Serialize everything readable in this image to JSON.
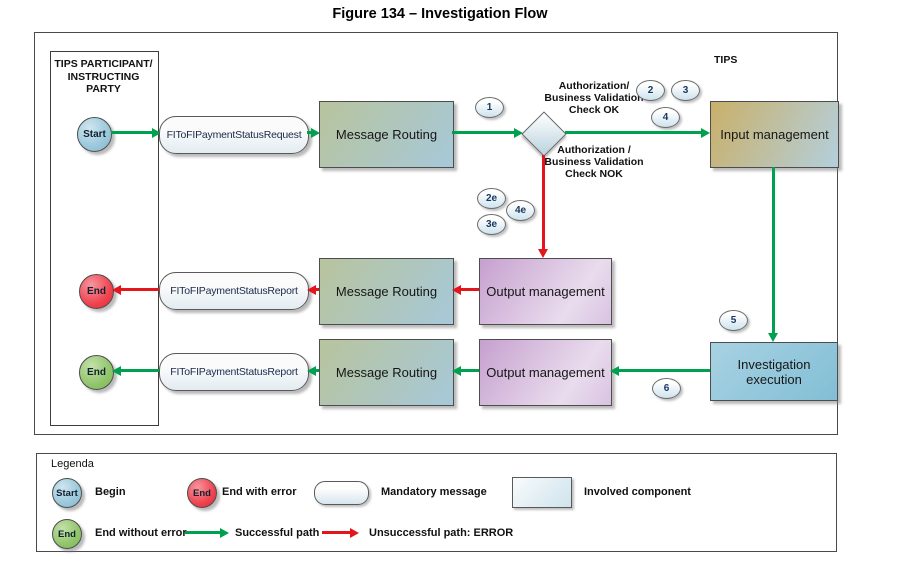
{
  "title": "Figure 134 – Investigation Flow",
  "diagram": {
    "lane_lines": [
      "TIPS PARTICIPANT/",
      "INSTRUCTING",
      "PARTY"
    ],
    "tips_label": "TIPS",
    "start_label": "Start",
    "end_error_label": "End",
    "end_success_label": "End",
    "request_message": "FIToFIPaymentStatusRequest",
    "report_message_error": "FIToFIPaymentStatusReport",
    "report_message_success": "FIToFIPaymentStatusReport",
    "routing_label_1": "Message Routing",
    "routing_label_2": "Message Routing",
    "routing_label_3": "Message Routing",
    "input_mgmt_label": "Input management",
    "output_mgmt_label_1": "Output management",
    "output_mgmt_label_2": "Output management",
    "investigation_lines": [
      "Investigation",
      "execution"
    ],
    "check_ok_lines": [
      "Authorization/",
      "Business Validation",
      "Check OK"
    ],
    "check_nok_lines": [
      "Authorization /",
      "Business Validation",
      "Check NOK"
    ],
    "badges": {
      "n1": "1",
      "n2": "2",
      "n3": "3",
      "n4": "4",
      "n2e": "2e",
      "n3e": "3e",
      "n4e": "4e",
      "n5": "5",
      "n6": "6"
    }
  },
  "legend": {
    "title": "Legenda",
    "begin_circle": "Start",
    "begin_label": "Begin",
    "end_error_circle": "End",
    "end_error_label": "End with error",
    "mandatory_label": "Mandatory message",
    "involved_label": "Involved component",
    "end_ok_circle": "End",
    "end_ok_label": "End without error",
    "success_label": "Successful path",
    "unsuccess_label": "Unsuccessful path: ERROR"
  },
  "colors": {
    "success_green": "#00a14e",
    "error_red": "#e3161c",
    "begin_fill": "#9ecadd",
    "end_error_fill": "#ee4450",
    "end_success_fill": "#90c56a",
    "routing_fill": [
      "#b8c49d",
      "#a6c8d9"
    ],
    "input_fill": [
      "#c9b06a",
      "#b4cfdc"
    ],
    "output_fill": [
      "#c6a0cf",
      "#e9dced"
    ],
    "investigation_fill": [
      "#a8d2e2",
      "#82bed6"
    ]
  }
}
